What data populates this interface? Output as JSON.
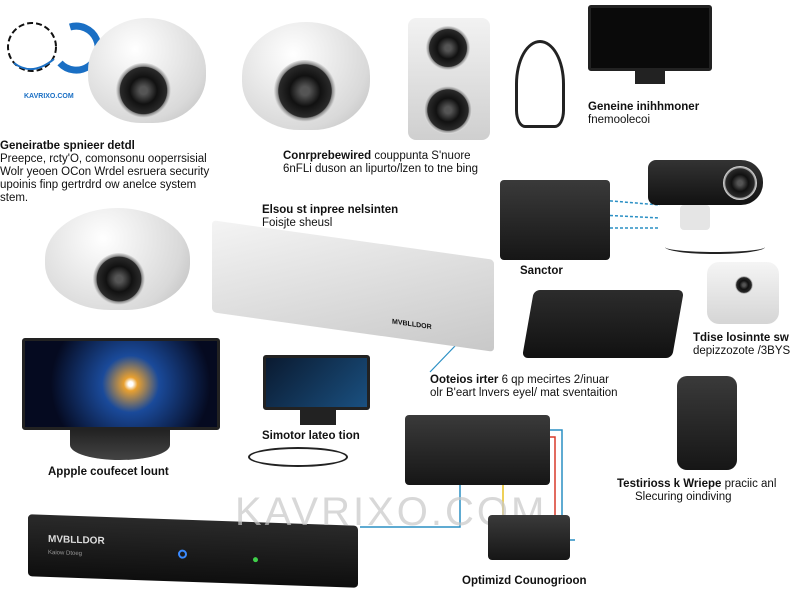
{
  "logo": {
    "text": "KAVRIXO.COM",
    "color": "#1a6fc4"
  },
  "watermark": "KAVRIXO.COM",
  "labels": {
    "left_block": {
      "title": "Geneiratbe spnieer detdl",
      "lines": [
        "Preepce, rcty'O, comonsonu ooperrsisial",
        "Wolr yeoen OCon Wrdel esruera security",
        "upoinis finp gertrdrd ow anelce system",
        "stem."
      ]
    },
    "center_block": {
      "title": "Conrprebewired",
      "title_rest": " couppunta S'nuore",
      "line2": "6nFLi duson an lipurto/lzen to tne bing"
    },
    "top_right": {
      "line1": "Geneine inihhmoner",
      "line2": "fnemoolecoi"
    },
    "nvr_silver": {
      "title": "Elsou st inpree nelsinten",
      "line2": "Foisjte sheusl",
      "brand": "MVBLLDOR"
    },
    "sanctor": "Sanctor",
    "right_device": {
      "line1": "Tdise losinnte sw",
      "line2": "depizzozote /3BYS"
    },
    "monitor_big": "Appple coufecet lount",
    "monitor_small": "Simotor lateo tion",
    "middle_block": {
      "title": "Ooteios irter",
      "title_rest": " 6 qp mecirtes 2/inuar",
      "line2": "olr B'eart lnvers eyel/ mat sventaition"
    },
    "tall_device": {
      "title": "Testirioss k Wriepe",
      "title_rest": " praciic anl",
      "line2": "Slecuring oindiving"
    },
    "nvr_black": {
      "brand": "MVBLLDOR",
      "sub": "Kaiow Dtoeg"
    },
    "board": "Optimizd Counogrioon"
  },
  "colors": {
    "wire_blue": "#2a8fc4",
    "wire_red": "#d83a2a",
    "wire_yellow": "#e8c020",
    "led_green": "#3fd04a"
  }
}
